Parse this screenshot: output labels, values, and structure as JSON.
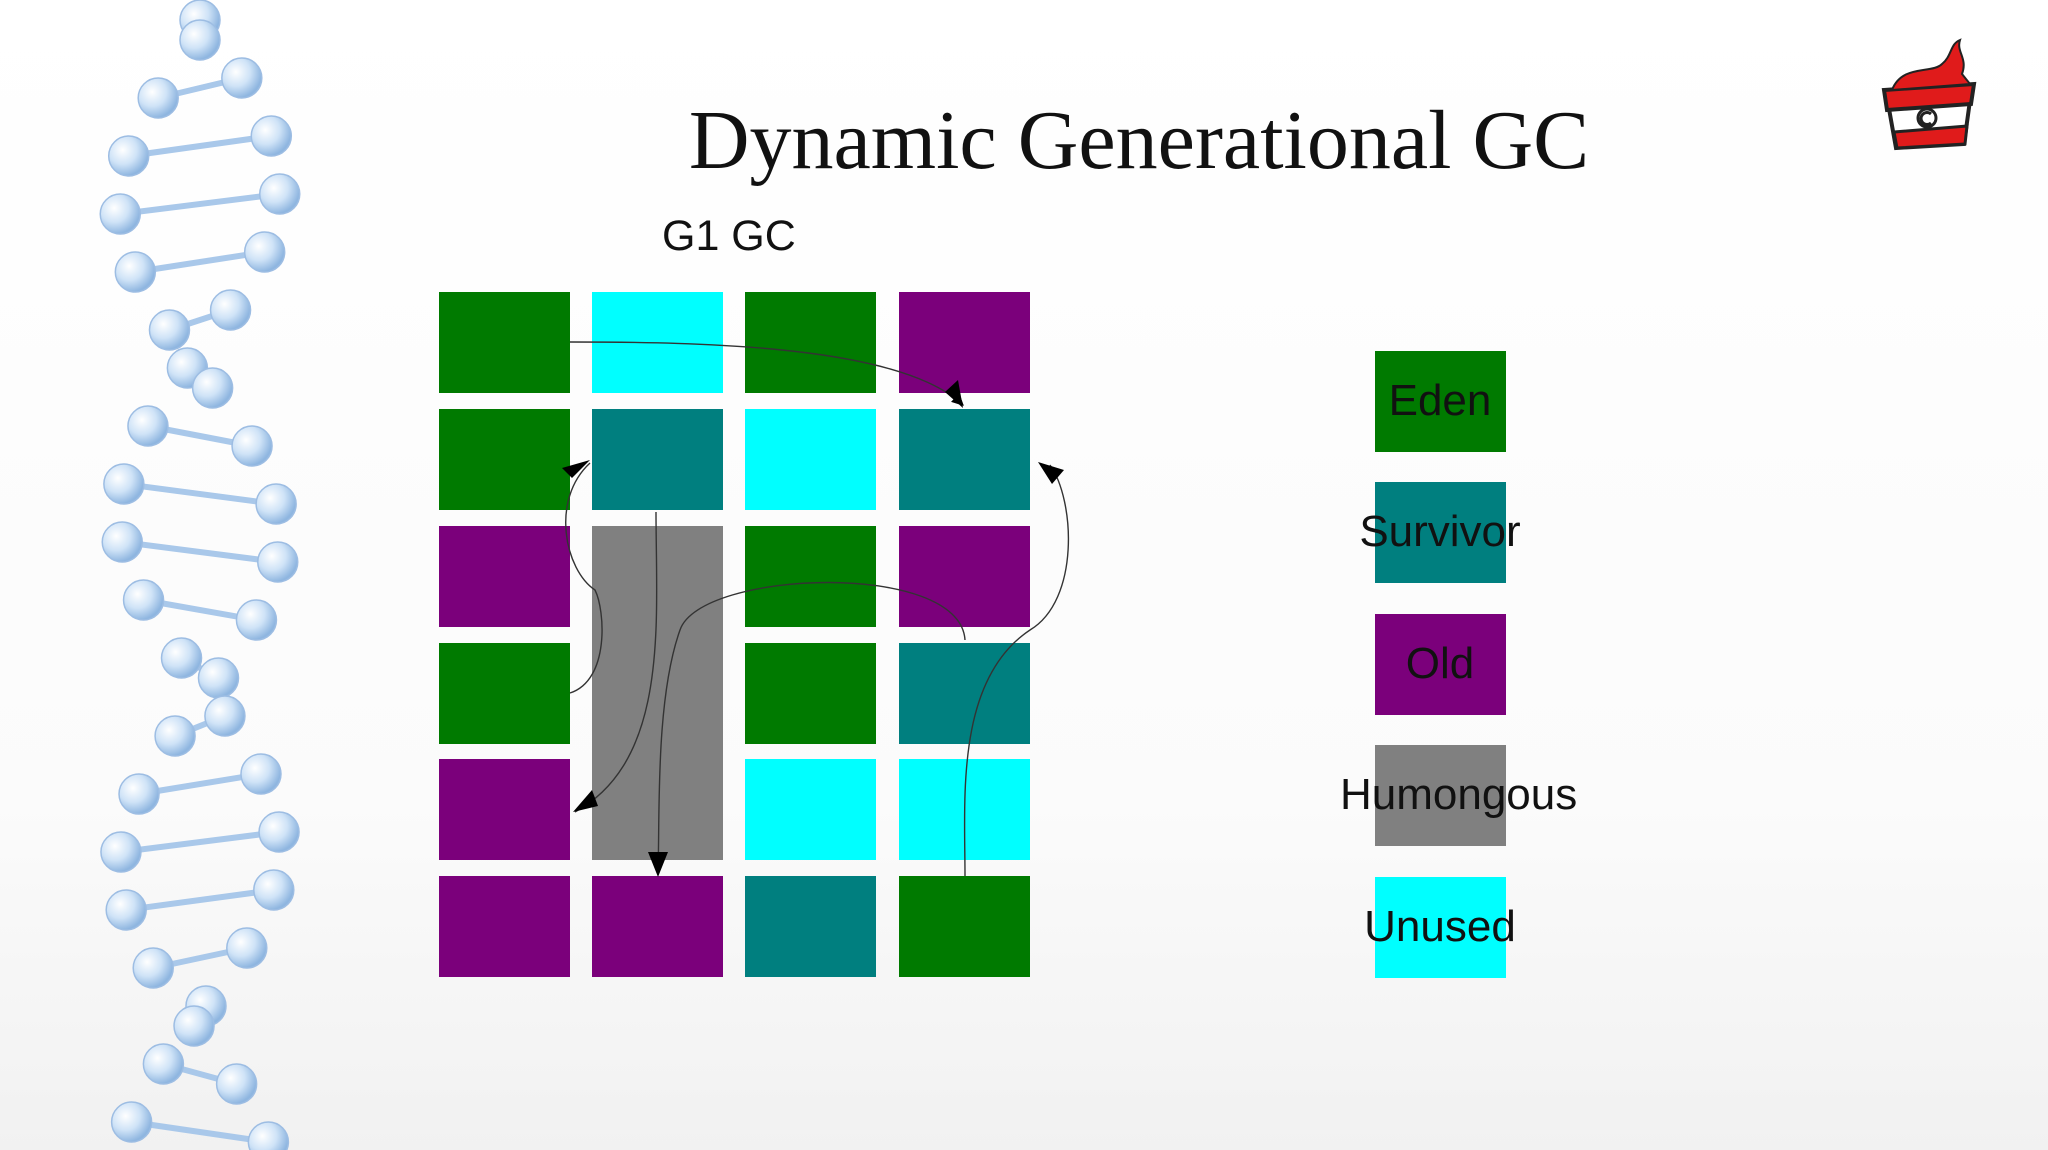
{
  "title": "Dynamic Generational GC",
  "subtitle": "G1 GC",
  "colors": {
    "eden": "#007a00",
    "survivor": "#007f7f",
    "old": "#7b007b",
    "humongous": "#808080",
    "unused": "#00ffff"
  },
  "grid": [
    [
      "eden",
      "unused",
      "eden",
      "old"
    ],
    [
      "eden",
      "survivor",
      "unused",
      "survivor"
    ],
    [
      "old",
      "humongous",
      "eden",
      "old"
    ],
    [
      "eden",
      "humongous",
      "eden",
      "survivor"
    ],
    [
      "old",
      "humongous",
      "unused",
      "unused"
    ],
    [
      "old",
      "old",
      "survivor",
      "eden"
    ]
  ],
  "legend": [
    {
      "key": "eden",
      "label": "Eden"
    },
    {
      "key": "survivor",
      "label": "Survivor"
    },
    {
      "key": "old",
      "label": "Old"
    },
    {
      "key": "humongous",
      "label": "Humongous"
    },
    {
      "key": "unused",
      "label": "Unused"
    }
  ],
  "logo_icon": "caffeine-cup-logo",
  "decoration_icon": "dna-helix"
}
